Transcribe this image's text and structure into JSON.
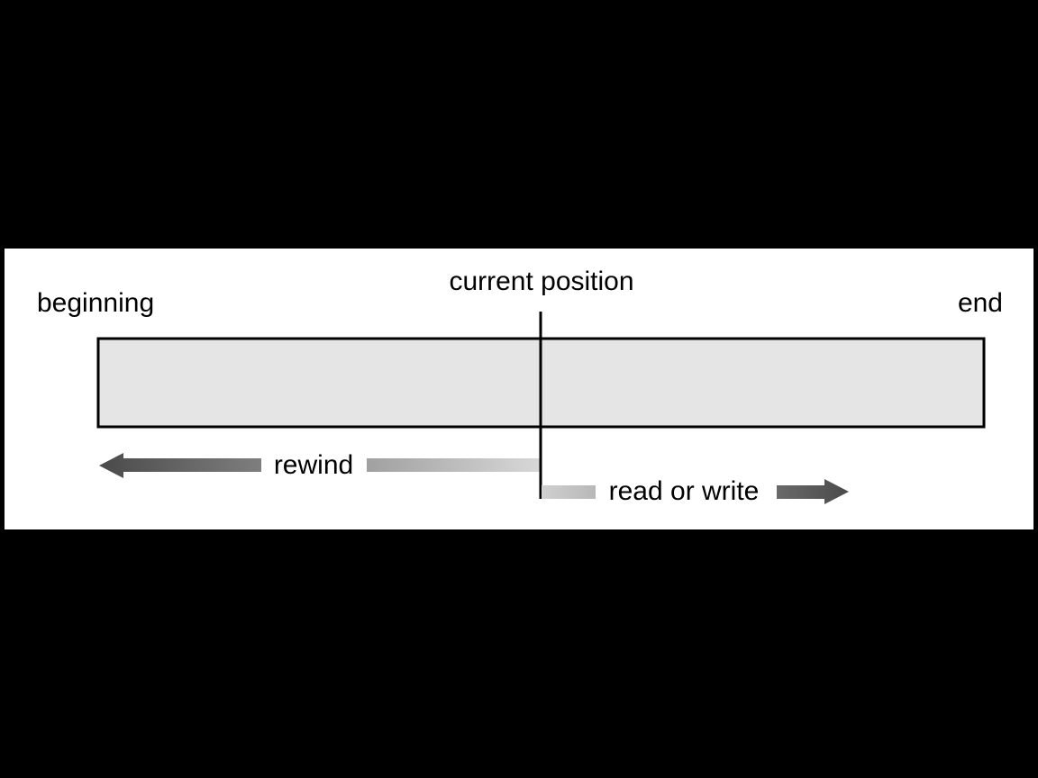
{
  "diagram": {
    "title": "current position",
    "beginning_label": "beginning",
    "end_label": "end",
    "rewind_label": "rewind",
    "read_write_label": "read or write"
  },
  "colors": {
    "background": "#000000",
    "panel": "#ffffff",
    "tape_fill": "#e5e5e5",
    "stroke": "#000000",
    "arrow_dark": "#555555",
    "arrow_light": "#d0d0d0"
  }
}
